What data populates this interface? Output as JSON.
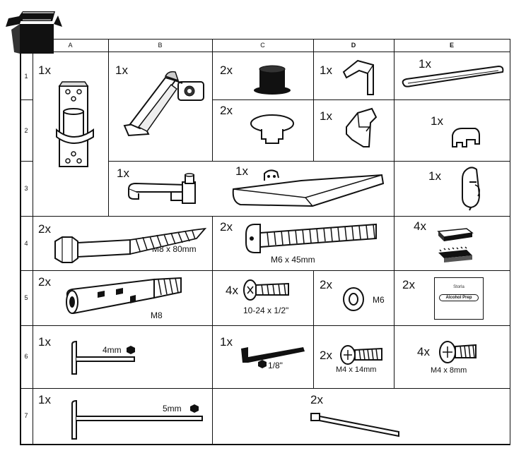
{
  "columns": [
    "A",
    "B",
    "C",
    "D",
    "E"
  ],
  "rows": [
    "1",
    "2",
    "3",
    "4",
    "5",
    "6",
    "7"
  ],
  "parts": [
    {
      "id": "A1",
      "qty": "1x",
      "label": ""
    },
    {
      "id": "B1",
      "qty": "1x",
      "label": ""
    },
    {
      "id": "C1",
      "qty": "2x",
      "label": ""
    },
    {
      "id": "D1",
      "qty": "1x",
      "label": ""
    },
    {
      "id": "E1",
      "qty": "1x",
      "label": ""
    },
    {
      "id": "C2",
      "qty": "2x",
      "label": ""
    },
    {
      "id": "D2",
      "qty": "1x",
      "label": ""
    },
    {
      "id": "E2",
      "qty": "1x",
      "label": ""
    },
    {
      "id": "B3",
      "qty": "1x",
      "label": ""
    },
    {
      "id": "C3",
      "qty": "1x",
      "label": ""
    },
    {
      "id": "E3",
      "qty": "1x",
      "label": ""
    },
    {
      "id": "A4",
      "qty": "2x",
      "label": "M8 x 80mm"
    },
    {
      "id": "C4",
      "qty": "2x",
      "label": "M6 x 45mm"
    },
    {
      "id": "E4",
      "qty": "4x",
      "label": ""
    },
    {
      "id": "A5",
      "qty": "2x",
      "label": "M8"
    },
    {
      "id": "C5",
      "qty": "4x",
      "label": "10-24 x 1/2\""
    },
    {
      "id": "D5",
      "qty": "2x",
      "label": "M6"
    },
    {
      "id": "E5",
      "qty": "2x",
      "label": ""
    },
    {
      "id": "A6",
      "qty": "1x",
      "label": "4mm"
    },
    {
      "id": "C6",
      "qty": "1x",
      "label": "1/8\""
    },
    {
      "id": "D6",
      "qty": "2x",
      "label": "M4 x 14mm"
    },
    {
      "id": "E6",
      "qty": "4x",
      "label": "M4 x 8mm"
    },
    {
      "id": "A7",
      "qty": "1x",
      "label": "5mm"
    },
    {
      "id": "C7",
      "qty": "2x",
      "label": ""
    }
  ],
  "wipe_packet": {
    "brand": "Storla",
    "text": "Alcohol Prep"
  }
}
